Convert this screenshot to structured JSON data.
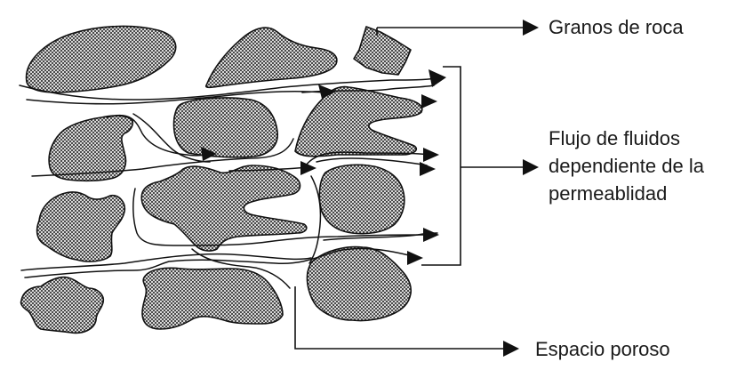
{
  "labels": {
    "grains": "Granos de roca",
    "flow_line1": "Flujo de fluidos",
    "flow_line2": "dependiente de la",
    "flow_line3": "permeablidad",
    "pore": "Espacio poroso"
  },
  "colors": {
    "ink": "#111111",
    "grain_light": "#d8d8d8",
    "grain_dark": "#4a4a4a",
    "background": "#ffffff"
  }
}
